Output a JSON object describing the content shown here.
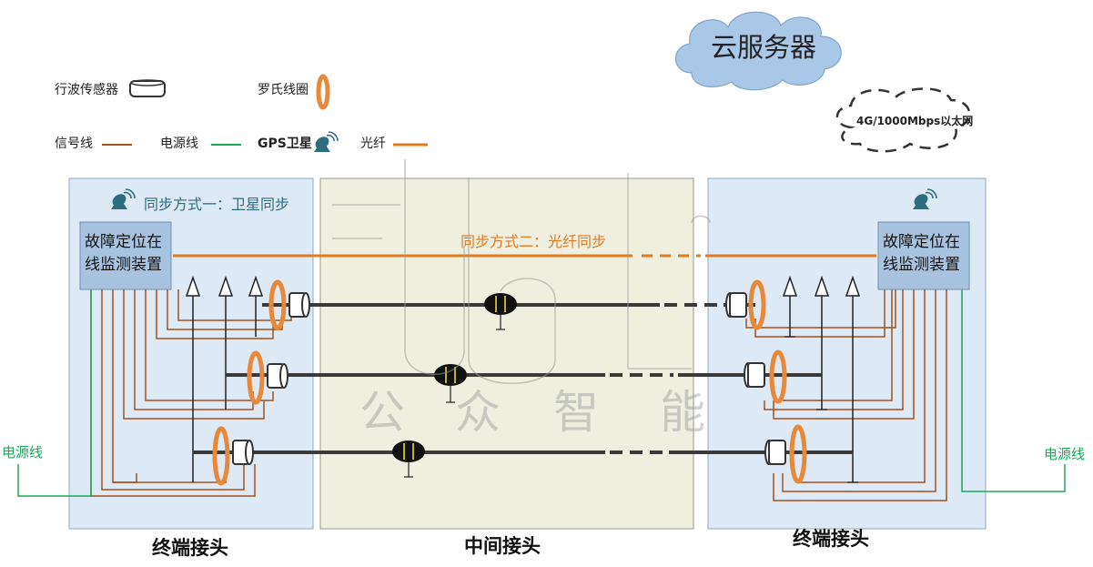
{
  "cloud": {
    "label": "云服务器"
  },
  "network": {
    "label": "4G/1000Mbps以太网"
  },
  "legend": {
    "traveling_wave_sensor": "行波传感器",
    "rogowski_coil": "罗氏线圈",
    "signal_line": "信号线",
    "power_line": "电源线",
    "gps_satellite": "GPS卫星",
    "optical_fiber": "光纤"
  },
  "sync": {
    "method1": "同步方式一：卫星同步",
    "method2": "同步方式二：光纤同步"
  },
  "device": {
    "left_line1": "故障定位在",
    "left_line2": "线监测装置",
    "right_line1": "故障定位在",
    "right_line2": "线监测装置"
  },
  "power_label_left": "电源线",
  "power_label_right": "电源线",
  "sections": {
    "left": "终端接头",
    "middle": "中间接头",
    "right": "终端接头"
  },
  "watermark": {
    "chars": [
      "公",
      "众",
      "智",
      "能"
    ]
  },
  "colors": {
    "signal": "#a0521c",
    "fiber": "#e07b22",
    "power": "#1aaa5a",
    "panel_blue": "#dde9f4",
    "panel_green": "#eeefdf",
    "cloud": "#a9c7e6",
    "device": "#a7c3e0",
    "satellite": "#2c6e80"
  }
}
